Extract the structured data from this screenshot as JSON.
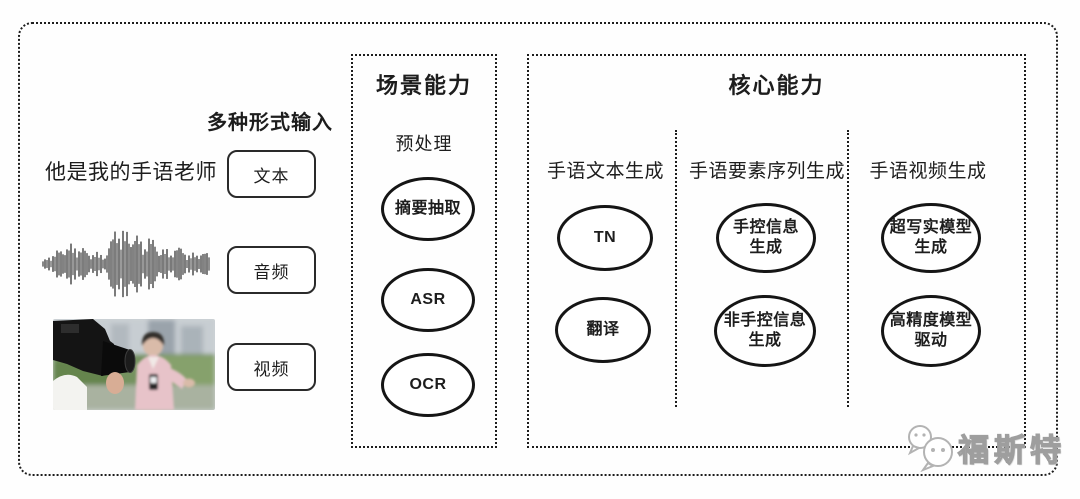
{
  "colors": {
    "line": "#1d1d1d",
    "watermark_stroke": "#9e9e9e"
  },
  "input_section": {
    "title": "多种形式输入",
    "sentence": "他是我的手语老师",
    "text_label": "文本",
    "audio_label": "音频",
    "video_label": "视频"
  },
  "scene_box": {
    "title": "场景能力",
    "subtitle": "预处理",
    "nodes": [
      "摘要抽取",
      "ASR",
      "OCR"
    ]
  },
  "core_box": {
    "title": "核心能力",
    "columns": [
      {
        "title": "手语文本生成",
        "nodes": [
          "TN",
          "翻译"
        ]
      },
      {
        "title": "手语要素序列生成",
        "nodes": [
          "手控信息\n生成",
          "非手控信息\n生成"
        ]
      },
      {
        "title": "手语视频生成",
        "nodes": [
          "超写实模型\n生成",
          "高精度模型\n驱动"
        ]
      }
    ]
  },
  "watermark": {
    "text": "福斯特",
    "icon": "chat-bubbles"
  }
}
